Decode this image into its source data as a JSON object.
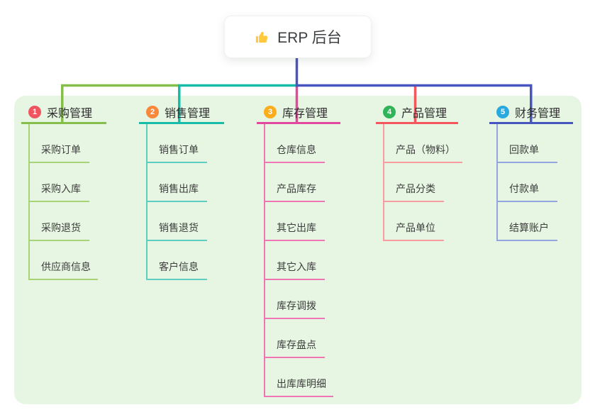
{
  "root": {
    "label": "ERP 后台",
    "icon": "thumbs-up-icon",
    "line_color": "#4756BE"
  },
  "panel": {
    "background": "#E7F6E3"
  },
  "branches": [
    {
      "badge": "1",
      "label": "采购管理",
      "colors": {
        "badge": "#F0545F",
        "line": "#85BE4B",
        "child_line": "#A8D478"
      },
      "items": [
        "采购订单",
        "采购入库",
        "采购退货",
        "供应商信息"
      ]
    },
    {
      "badge": "2",
      "label": "销售管理",
      "colors": {
        "badge": "#F8893C",
        "line": "#16BCA8",
        "child_line": "#5FCEC2"
      },
      "items": [
        "销售订单",
        "销售出库",
        "销售退货",
        "客户信息"
      ]
    },
    {
      "badge": "3",
      "label": "库存管理",
      "colors": {
        "badge": "#FBAD1B",
        "line": "#E2489D",
        "child_line": "#F075B5"
      },
      "items": [
        "仓库信息",
        "产品库存",
        "其它出库",
        "其它入库",
        "库存调拨",
        "库存盘点",
        "出库库明细"
      ]
    },
    {
      "badge": "4",
      "label": "产品管理",
      "colors": {
        "badge": "#2FB457",
        "line": "#F4565E",
        "child_line": "#F79CA0"
      },
      "items": [
        "产品（物料）",
        "产品分类",
        "产品单位"
      ]
    },
    {
      "badge": "5",
      "label": "财务管理",
      "colors": {
        "badge": "#2AA9E0",
        "line": "#4756BE",
        "child_line": "#93A5DE"
      },
      "items": [
        "回款单",
        "付款单",
        "结算账户"
      ]
    }
  ]
}
